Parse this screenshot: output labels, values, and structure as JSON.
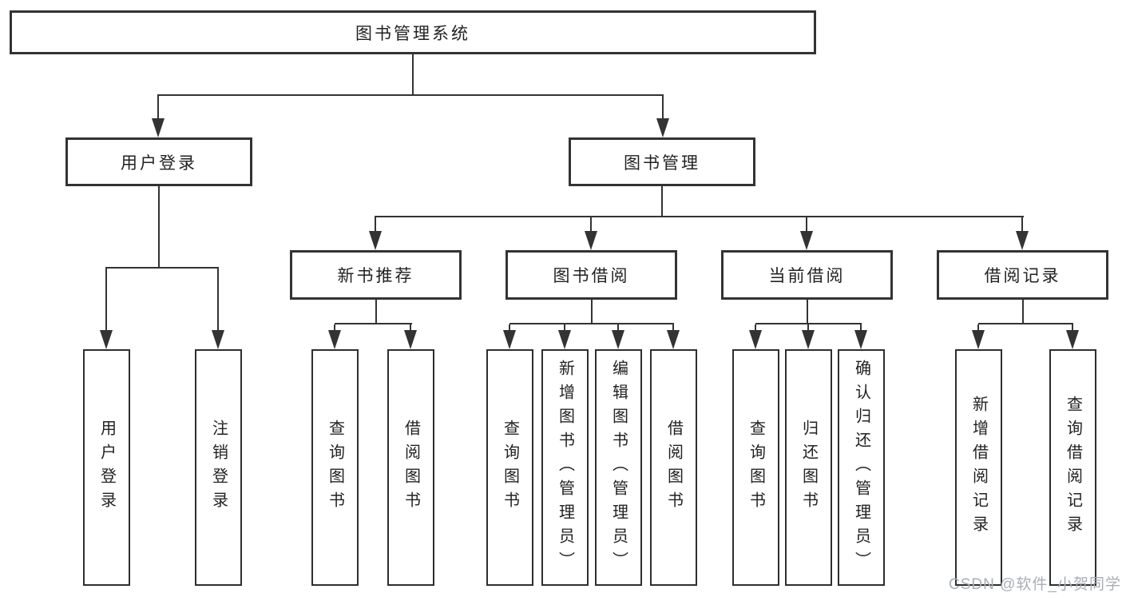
{
  "diagram": {
    "root": {
      "label": "图书管理系统"
    },
    "level2": [
      {
        "label": "用户登录"
      },
      {
        "label": "图书管理"
      }
    ],
    "level3": [
      {
        "label": "新书推荐"
      },
      {
        "label": "图书借阅"
      },
      {
        "label": "当前借阅"
      },
      {
        "label": "借阅记录"
      }
    ],
    "leaves": {
      "user_login": [
        "用户登录",
        "注销登录"
      ],
      "new_book_recommend": [
        "查询图书",
        "借阅图书"
      ],
      "book_borrow": [
        "查询图书",
        "新增图书（管理员）",
        "编辑图书（管理员）",
        "借阅图书"
      ],
      "current_borrow": [
        "查询图书",
        "归还图书",
        "确认归还（管理员）"
      ],
      "borrow_records": [
        "新增借阅记录",
        "查询借阅记录"
      ]
    }
  },
  "watermark": {
    "text": "CSDN @软件_小贺同学"
  },
  "colors": {
    "line": "#333333",
    "text": "#222222",
    "watermark": "#a9aeb6",
    "background": "#ffffff"
  }
}
